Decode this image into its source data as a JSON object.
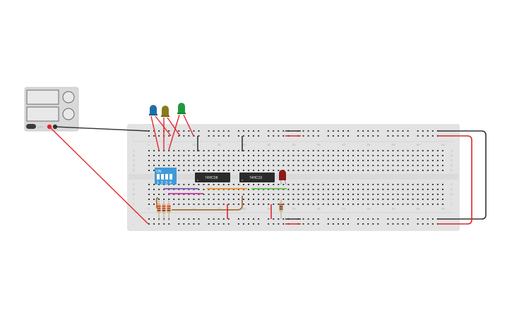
{
  "colors": {
    "breadboard": "#e3e3e3",
    "hole": "#3a3a3a",
    "wire_red": "#e0262c",
    "wire_black": "#333333",
    "wire_purple": "#8a4fbf",
    "wire_magenta": "#c2379e",
    "wire_orange": "#f0901e",
    "wire_green": "#5cc24a",
    "wire_brown": "#a0703a",
    "dip_switch": "#3f9ad9",
    "chip": "#2b2b2b",
    "led_blue": "#1f6fa8",
    "led_olive": "#8a7a1e",
    "led_green": "#1e9a3a",
    "led_red": "#8c1a1a",
    "power_supply": "#d9d9d9"
  },
  "power_supply": {
    "label": "power supply",
    "off_label": "OFF",
    "knobs": [
      "voltage-knob",
      "current-knob"
    ]
  },
  "breadboard": {
    "row_labels_top": [
      "A",
      "B",
      "C",
      "D",
      "E"
    ],
    "row_labels_bottom": [
      "F",
      "G",
      "H",
      "I",
      "J"
    ],
    "column_numbers": [
      "1",
      "5",
      "10",
      "15",
      "20",
      "25",
      "30",
      "35",
      "40",
      "45",
      "50",
      "55",
      "60"
    ],
    "rail_plus": "+",
    "rail_minus": "−"
  },
  "components": {
    "dip_switch": {
      "on_label": "ON",
      "positions": [
        "1",
        "2",
        "3",
        "4"
      ]
    },
    "chip1": {
      "label": "74HC08"
    },
    "chip2": {
      "label": "74HC32"
    },
    "leds": [
      {
        "name": "led-blue",
        "color": "blue"
      },
      {
        "name": "led-olive",
        "color": "olive"
      },
      {
        "name": "led-green",
        "color": "green"
      },
      {
        "name": "led-red",
        "color": "red"
      }
    ],
    "resistors": [
      {
        "name": "resistor-1"
      },
      {
        "name": "resistor-2"
      },
      {
        "name": "resistor-3"
      },
      {
        "name": "resistor-4"
      }
    ]
  }
}
